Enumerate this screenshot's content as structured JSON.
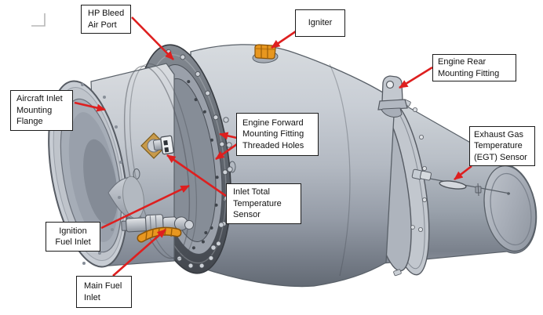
{
  "diagram": {
    "type": "labeled-engine-cutout-diagram",
    "background": "#ffffff",
    "colors": {
      "arrow": "#de1f1f",
      "box_border": "#1c1c1c",
      "box_background": "#ffffff",
      "engine_body_light": "#d6dade",
      "engine_body_dark": "#6a717b",
      "flange_dark": "#4d525a",
      "accent_orange": "#e8971f"
    },
    "labels": [
      {
        "id": "hp-bleed-air-port",
        "text": "HP Bleed\nAir Port"
      },
      {
        "id": "igniter",
        "text": "Igniter"
      },
      {
        "id": "engine-rear-mounting-fitting",
        "text": "Engine Rear\nMounting Fitting"
      },
      {
        "id": "aircraft-inlet-mounting-flange",
        "text": "Aircraft Inlet\nMounting\nFlange"
      },
      {
        "id": "engine-forward-mounting-fitting-threaded-holes",
        "text": "Engine Forward\nMounting Fitting\nThreaded Holes"
      },
      {
        "id": "exhaust-gas-temperature-egt-sensor",
        "text": "Exhaust Gas\nTemperature\n(EGT) Sensor"
      },
      {
        "id": "inlet-total-temperature-sensor",
        "text": "Inlet Total\nTemperature\nSensor"
      },
      {
        "id": "ignition-fuel-inlet",
        "text": "Ignition\nFuel Inlet"
      },
      {
        "id": "main-fuel-inlet",
        "text": "Main Fuel\nInlet"
      }
    ],
    "parts": [
      "inlet-duct",
      "spinner-cone",
      "front-flange-ring",
      "combustor-casing",
      "exhaust-cone",
      "rear-flange-clamp",
      "igniter-part",
      "rear-mounting-tab",
      "egt-sensor-probe",
      "fuel-fitting-assembly",
      "fuel-manifold",
      "inlet-temperature-sensor-part"
    ]
  }
}
